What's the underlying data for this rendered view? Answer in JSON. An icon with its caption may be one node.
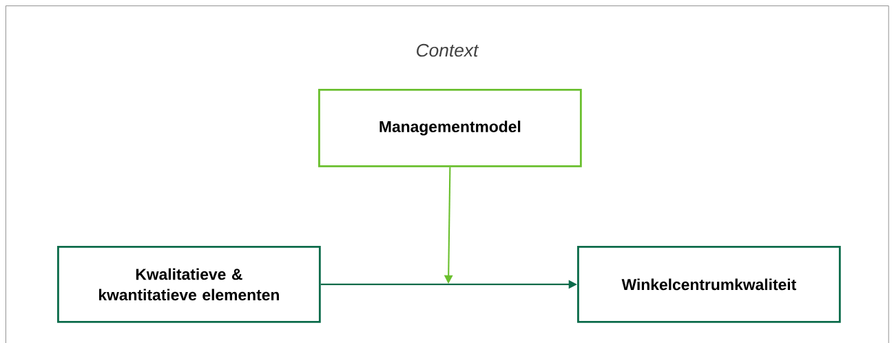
{
  "diagram": {
    "nodes": [
      {
        "text": [
          "Context"
        ]
      },
      {
        "text": [
          "Managementmodel"
        ],
        "in": 0
      },
      {
        "text": [
          "Kwalitatieve & kwantitatieve elementen"
        ],
        "in": 0
      },
      {
        "text": [
          "Winkelcentrumkwaliteit"
        ],
        "in": 0
      }
    ],
    "edges": [
      {
        "from": 1,
        "to": null,
        "arrow": "to",
        "color": "#6abf2e"
      },
      {
        "from": 2,
        "to": 3,
        "arrow": "to",
        "color": "#0b6b4a"
      }
    ]
  }
}
